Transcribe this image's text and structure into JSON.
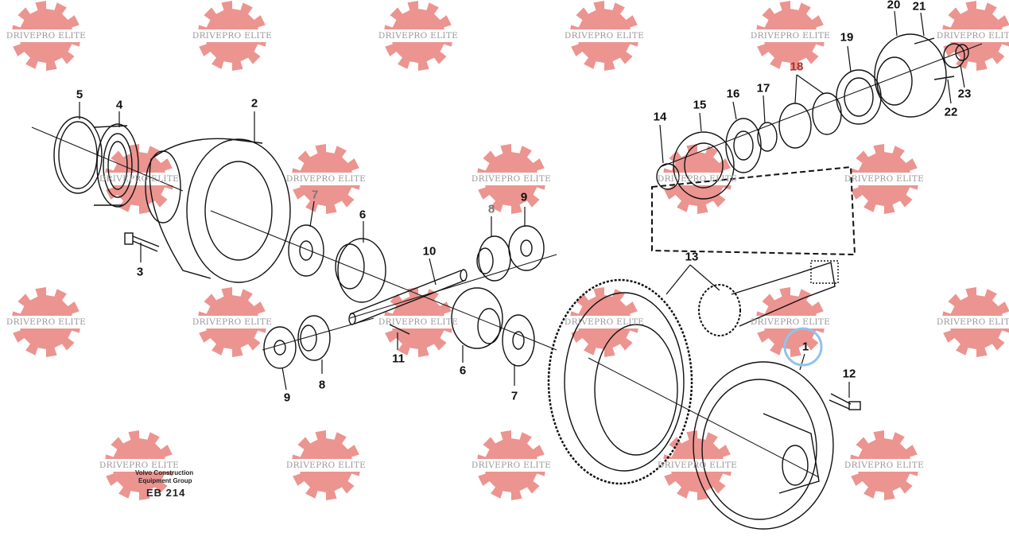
{
  "watermark": {
    "text": "DRIVEPRO ELITE",
    "color": "#e9817c"
  },
  "callouts": {
    "p1": "1",
    "p2": "2",
    "p3": "3",
    "p4": "4",
    "p5": "5",
    "p6a": "6",
    "p6b": "6",
    "p7a": "7",
    "p7b": "7",
    "p8a": "8",
    "p8b": "8",
    "p9a": "9",
    "p9b": "9",
    "p10": "10",
    "p11": "11",
    "p12": "12",
    "p13": "13",
    "p14": "14",
    "p15": "15",
    "p16": "16",
    "p17": "17",
    "p18": "18",
    "p19": "19",
    "p20": "20",
    "p21": "21",
    "p22": "22",
    "p23": "23"
  },
  "caption": {
    "line1": "Volvo Construction",
    "line2": "Equipment Group",
    "code": "EB 214"
  },
  "highlight_color": "#8fc3ee"
}
